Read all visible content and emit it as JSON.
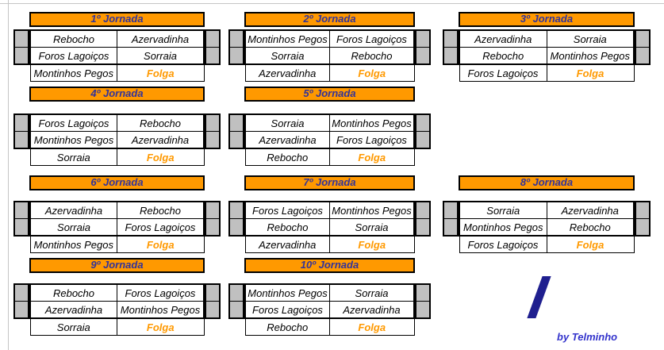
{
  "sheet": {
    "credit": "by Telminho",
    "folga_label": "Folga"
  },
  "colors": {
    "header_bg": "#FF9900",
    "header_text": "#333399",
    "folga": "#FF9900",
    "side_cell": "#C0C0C0",
    "credit_text": "#3333CC",
    "decoration": "#1F1F8F"
  },
  "teams": [
    "Rebocho",
    "Azervadinha",
    "Foros Lagoiços",
    "Sorraia",
    "Montinhos Pegos"
  ],
  "rounds": [
    {
      "title": "1º Jornada",
      "matches": [
        [
          "Rebocho",
          "Azervadinha"
        ],
        [
          "Foros Lagoiços",
          "Sorraia"
        ],
        [
          "Montinhos Pegos",
          "Folga"
        ]
      ]
    },
    {
      "title": "2º Jornada",
      "matches": [
        [
          "Montinhos Pegos",
          "Foros Lagoiços"
        ],
        [
          "Sorraia",
          "Rebocho"
        ],
        [
          "Azervadinha",
          "Folga"
        ]
      ]
    },
    {
      "title": "3º Jornada",
      "matches": [
        [
          "Azervadinha",
          "Sorraia"
        ],
        [
          "Rebocho",
          "Montinhos Pegos"
        ],
        [
          "Foros Lagoiços",
          "Folga"
        ]
      ]
    },
    {
      "title": "4º Jornada",
      "matches": [
        [
          "Foros Lagoiços",
          "Rebocho"
        ],
        [
          "Montinhos Pegos",
          "Azervadinha"
        ],
        [
          "Sorraia",
          "Folga"
        ]
      ]
    },
    {
      "title": "5º Jornada",
      "matches": [
        [
          "Sorraia",
          "Montinhos Pegos"
        ],
        [
          "Azervadinha",
          "Foros Lagoiços"
        ],
        [
          "Rebocho",
          "Folga"
        ]
      ]
    },
    {
      "title": "6º Jornada",
      "matches": [
        [
          "Azervadinha",
          "Rebocho"
        ],
        [
          "Sorraia",
          "Foros Lagoiços"
        ],
        [
          "Montinhos Pegos",
          "Folga"
        ]
      ]
    },
    {
      "title": "7º Jornada",
      "matches": [
        [
          "Foros Lagoiços",
          "Montinhos Pegos"
        ],
        [
          "Rebocho",
          "Sorraia"
        ],
        [
          "Azervadinha",
          "Folga"
        ]
      ]
    },
    {
      "title": "8º Jornada",
      "matches": [
        [
          "Sorraia",
          "Azervadinha"
        ],
        [
          "Montinhos Pegos",
          "Rebocho"
        ],
        [
          "Foros Lagoiços",
          "Folga"
        ]
      ]
    },
    {
      "title": "9º Jornada",
      "matches": [
        [
          "Rebocho",
          "Foros Lagoiços"
        ],
        [
          "Azervadinha",
          "Montinhos Pegos"
        ],
        [
          "Sorraia",
          "Folga"
        ]
      ]
    },
    {
      "title": "10º Jornada",
      "matches": [
        [
          "Montinhos Pegos",
          "Sorraia"
        ],
        [
          "Foros Lagoiços",
          "Azervadinha"
        ],
        [
          "Rebocho",
          "Folga"
        ]
      ]
    }
  ]
}
